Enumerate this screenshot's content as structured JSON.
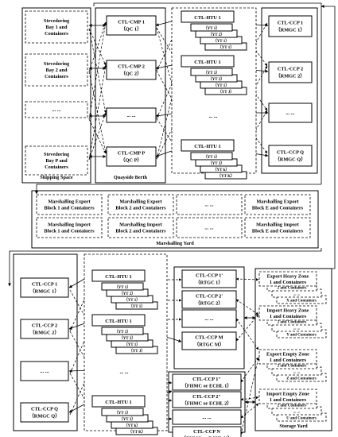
{
  "top": {
    "shipping_cells": [
      [
        "Stevedoring",
        "Bay 1 and",
        "Containers"
      ],
      [
        "Stevedoring",
        "Bay 2 and",
        "Containers"
      ],
      [
        "... ..."
      ],
      [
        "Stevedoring",
        "Bay P and",
        "Containers"
      ]
    ],
    "shipping_label": "Shipping Space",
    "berth_cells": [
      [
        "CTL-CMP 1",
        "（QC 1）"
      ],
      [
        "CTL-CMP 2",
        "（QC 2）"
      ],
      [
        "... ..."
      ],
      [
        "CTL-CMP P",
        "（QC P）"
      ]
    ],
    "berth_label": "Quayside Berth",
    "htu_groups": [
      {
        "title": "CTL-HTU 1",
        "stack": [
          "（YT 1）",
          "（YT 2）",
          "（YT 1）",
          "（YT 1）"
        ]
      },
      {
        "title": "CTL-HTU 1",
        "stack": [
          "（YT 1）",
          "（YT 2）",
          "（YT 1）",
          "（YT J）"
        ]
      },
      {
        "title": "... ...",
        "stack": []
      },
      {
        "title": "CTL-HTU 1",
        "stack": [
          "（YT 1）",
          "（YT 2）",
          "（YT k）",
          "（YT K）"
        ]
      }
    ],
    "ccp_cells": [
      [
        "CTL-CCP 1",
        "（RMGC 1）"
      ],
      [
        "CTL-CCP 2",
        "（RMGC 2）"
      ],
      [
        "... ..."
      ],
      [
        "CTL-CCP Q",
        "（RMGC Q）"
      ]
    ]
  },
  "marshalling": {
    "export_row": [
      [
        "Marshalling Export",
        "Block 1 and Containers"
      ],
      [
        "Marshalling Export",
        "Block 2 and Containers"
      ],
      [
        "... ..."
      ],
      [
        "Marshalling Export",
        "Block E and Containers"
      ]
    ],
    "import_row": [
      [
        "Marshalling Import",
        "Block 1 and Containers"
      ],
      [
        "Marshalling Import",
        "Block 2 and Containers"
      ],
      [
        "... ..."
      ],
      [
        "Marshalling Import",
        "Block E and Containers"
      ]
    ],
    "label": "Marshalling Yard"
  },
  "bottom": {
    "ccp_cells": [
      [
        "CTL-CCP 1",
        "（RMGC 1）"
      ],
      [
        "CTL-CCP 2",
        "（RMGC 2）"
      ],
      [
        "... ..."
      ],
      [
        "CTL-CCP Q",
        "（RMGC Q）"
      ]
    ],
    "htu_groups": [
      {
        "title": "CTL-HTU 1",
        "stack": [
          "（YT 1）",
          "（YT 2）",
          "（YT 1）",
          "（YT 1）"
        ]
      },
      {
        "title": "CTL-HTU 1",
        "stack": [
          "（YT 1）",
          "（YT 2）",
          "（YT 1）",
          "（YT J）"
        ]
      },
      {
        "title": "... ...",
        "stack": []
      },
      {
        "title": "CTL-HTU 1",
        "stack": [
          "（YT 1）",
          "（YT 2）",
          "（YT k）",
          "（YT K）"
        ]
      }
    ],
    "rtgc_cells": [
      [
        "CTL-CCP 1'",
        "（RTGC 1）"
      ],
      [
        "CTL-CCP 2'",
        "（RTGC 2）"
      ],
      [
        "... ..."
      ],
      [
        "CTL-CCP M",
        "（RTGC M）"
      ]
    ],
    "fhmc_cells": [
      [
        "CTL-CCP 1\"",
        "（FHMC or ECHL 1）"
      ],
      [
        "CTL-CCP 2\"",
        "（FHMC or ECHL 2）"
      ],
      [
        "... ..."
      ],
      [
        "CTL-CCP N",
        "（FHMC or ECHL N）"
      ]
    ],
    "zones": [
      {
        "title": [
          "Export Heavy Zone",
          "1 and Containers"
        ],
        "stack": [
          "2 and Containers",
          "... ...",
          "X and Containers"
        ]
      },
      {
        "title": [
          "Import Heavy Zone",
          "1 and Containers"
        ],
        "stack": [
          "2 and Containers",
          "... ...",
          "Y and Containers"
        ]
      },
      {
        "title": [
          "Export Empty Zone",
          "1 and Containers"
        ],
        "stack": [
          "2 and Containers",
          "... ...",
          "Z and Containers"
        ]
      },
      {
        "title": [
          "Import Empty Zone",
          "1 and Containers"
        ],
        "stack": [
          "2 and Containers",
          "... ...",
          "U and Containers"
        ]
      }
    ],
    "storage_label": "Storage Yard"
  }
}
